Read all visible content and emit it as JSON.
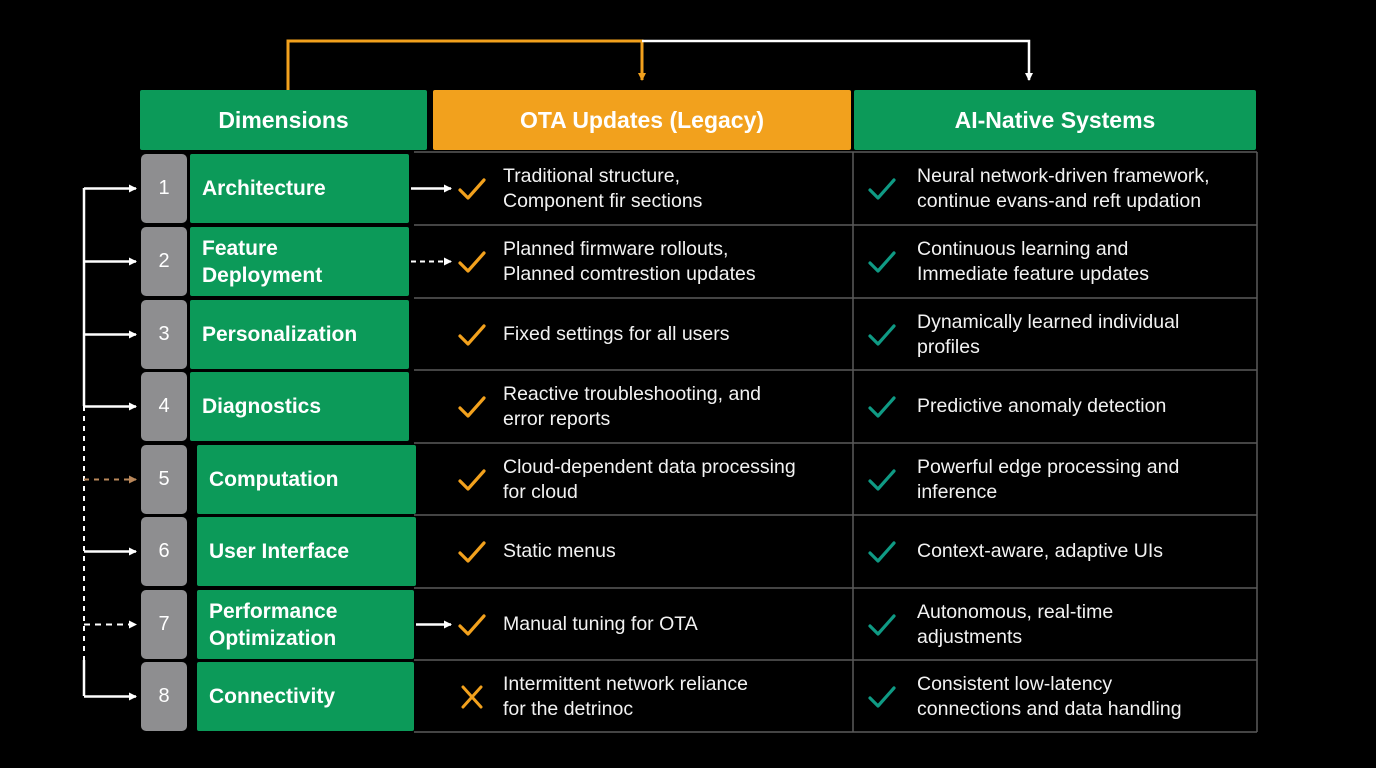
{
  "colors": {
    "background": "#000000",
    "green": "#0c9a59",
    "orange": "#f2a11d",
    "gray": "#8e8e90",
    "teal_check": "#0f9a84",
    "grid_line": "#5a5a5a"
  },
  "headers": {
    "dimensions": "Dimensions",
    "ota": "OTA Updates (Legacy)",
    "ai": "AI-Native Systems"
  },
  "rows": [
    {
      "num": "1",
      "dimension": "Architecture",
      "ota": "Traditional structure,\nComponent fir sections",
      "ota_icon": "check-icon",
      "ai": "Neural network-driven framework,\ncontinue evans-and reft updation",
      "ai_icon": "check-icon"
    },
    {
      "num": "2",
      "dimension": "Feature\nDeployment",
      "ota": "Planned firmware rollouts,\nPlanned comtrestion updates",
      "ota_icon": "check-icon",
      "ai": "Continuous learning and\nImmediate feature updates",
      "ai_icon": "check-icon"
    },
    {
      "num": "3",
      "dimension": "Personalization",
      "ota": "Fixed settings for all users",
      "ota_icon": "check-icon",
      "ai": "Dynamically learned individual\nprofiles",
      "ai_icon": "check-icon"
    },
    {
      "num": "4",
      "dimension": "Diagnostics",
      "ota": "Reactive troubleshooting, and\nerror reports",
      "ota_icon": "check-icon",
      "ai": "Predictive anomaly detection",
      "ai_icon": "check-icon"
    },
    {
      "num": "5",
      "dimension": "Computation",
      "ota": "Cloud-dependent data processing\nfor cloud",
      "ota_icon": "check-icon",
      "ai": "Powerful edge processing and\ninference",
      "ai_icon": "check-icon"
    },
    {
      "num": "6",
      "dimension": "User Interface",
      "ota": "Static menus",
      "ota_icon": "check-icon",
      "ai": "Context-aware, adaptive UIs",
      "ai_icon": "check-icon"
    },
    {
      "num": "7",
      "dimension": "Performance\nOptimization",
      "ota": "Manual tuning for OTA",
      "ota_icon": "check-icon",
      "ai": "Autonomous, real-time\nadjustments",
      "ai_icon": "check-icon"
    },
    {
      "num": "8",
      "dimension": "Connectivity",
      "ota": "Intermittent network reliance\nfor the detrinoc",
      "ota_icon": "cross-icon",
      "ai": "Consistent low-latency\nconnections and data handling",
      "ai_icon": "check-icon"
    }
  ]
}
